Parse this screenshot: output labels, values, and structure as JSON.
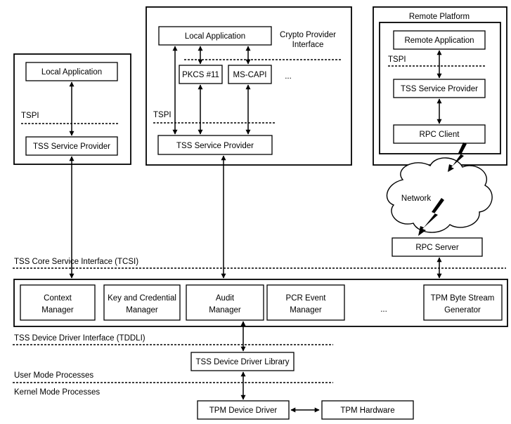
{
  "left_platform": {
    "local_application": "Local Application",
    "tspi": "TSPI",
    "tss_service_provider": "TSS Service Provider"
  },
  "center_platform": {
    "local_application": "Local Application",
    "crypto_provider_interface_line1": "Crypto Provider",
    "crypto_provider_interface_line2": "Interface",
    "pkcs11": "PKCS #11",
    "mscapi": "MS-CAPI",
    "ellipsis": "...",
    "tspi": "TSPI",
    "tss_service_provider": "TSS Service Provider"
  },
  "remote_platform": {
    "title": "Remote Platform",
    "remote_application": "Remote Application",
    "tspi": "TSPI",
    "tss_service_provider": "TSS Service Provider",
    "rpc_client": "RPC Client"
  },
  "network": {
    "label": "Network"
  },
  "rpc_server": "RPC Server",
  "tcsi_label": "TSS Core Service Interface (TCSI)",
  "core_services": {
    "context_manager": [
      "Context",
      "Manager"
    ],
    "key_credential_manager": [
      "Key and Credential",
      "Manager"
    ],
    "audit_manager": [
      "Audit",
      "Manager"
    ],
    "pcr_event_manager": [
      "PCR Event",
      "Manager"
    ],
    "ellipsis": "...",
    "tpm_byte_stream_generator": [
      "TPM Byte Stream",
      "Generator"
    ]
  },
  "tddli_label": "TSS Device Driver Interface (TDDLI)",
  "tss_device_driver_library": "TSS Device Driver Library",
  "user_mode_label": "User Mode Processes",
  "kernel_mode_label": "Kernel Mode Processes",
  "tpm_device_driver": "TPM Device Driver",
  "tpm_hardware": "TPM Hardware"
}
